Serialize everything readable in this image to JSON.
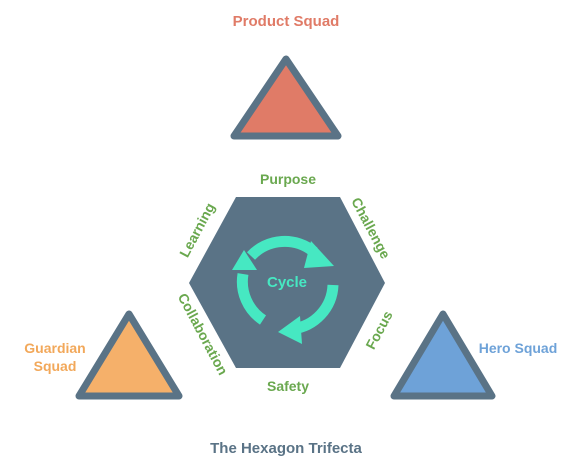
{
  "squads": {
    "product": "Product Squad",
    "guardian": "Guardian Squad",
    "hero": "Hero Squad"
  },
  "hexagon": {
    "center": "Cycle",
    "sides": {
      "top": "Purpose",
      "top_right": "Challenge",
      "bottom_right": "Focus",
      "bottom": "Safety",
      "bottom_left": "Collaboration",
      "top_left": "Learning"
    }
  },
  "title": "The Hexagon Trifecta",
  "colors": {
    "product_fill": "#e07b67",
    "guardian_fill": "#f5b06a",
    "hero_fill": "#6ea2d8",
    "triangle_stroke": "#5a7386",
    "hexagon_fill": "#5a7386",
    "cycle_arrows": "#46e8c2",
    "side_labels": "#6aa84f"
  },
  "icons": {
    "cycle": "cycle-arrows-icon"
  }
}
